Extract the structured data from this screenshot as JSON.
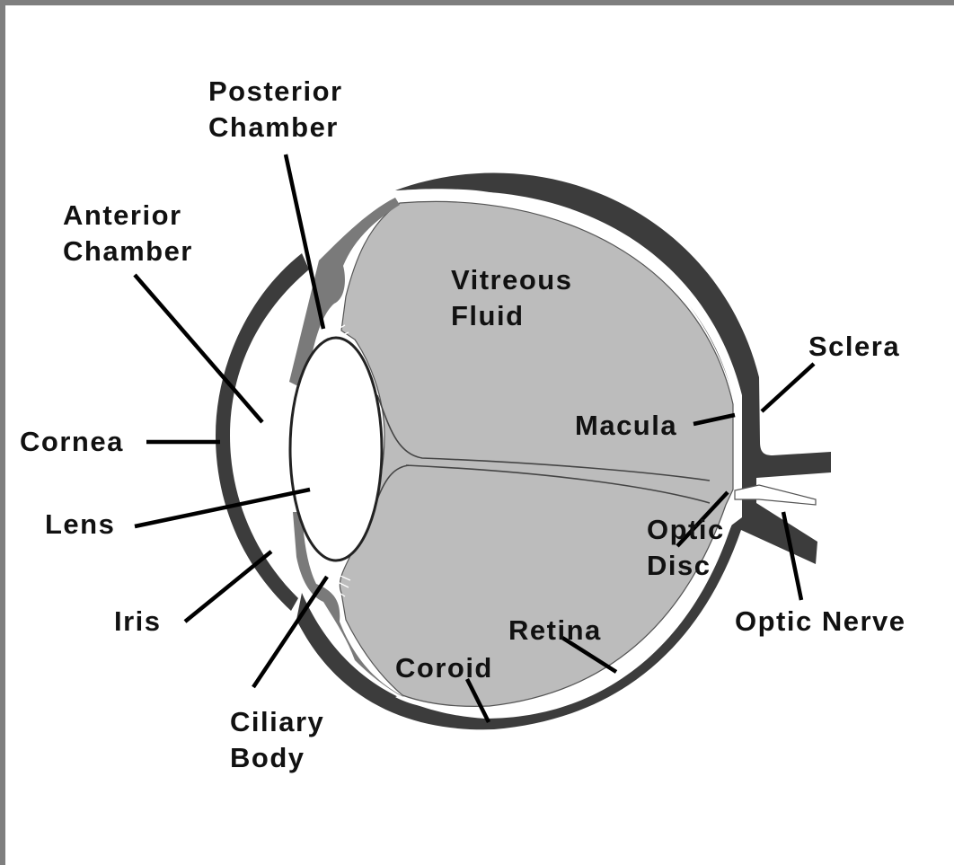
{
  "labels": {
    "posterior_chamber": [
      "Posterior",
      "Chamber"
    ],
    "anterior_chamber": [
      "Anterior",
      "Chamber"
    ],
    "vitreous_fluid": [
      "Vitreous",
      "Fluid"
    ],
    "sclera": "Sclera",
    "cornea": "Cornea",
    "macula": "Macula",
    "lens": "Lens",
    "optic_disc": [
      "Optic",
      "Disc"
    ],
    "iris": "Iris",
    "optic_nerve": "Optic Nerve",
    "retina": "Retina",
    "coroid": "Coroid",
    "ciliary_body": [
      "Ciliary",
      "Body"
    ]
  },
  "colors": {
    "frame": "#7f7f7f",
    "sclera": "#3c3c3c",
    "vitreous": "#bcbcbc",
    "ciliary": "#7a7a7a",
    "retina_gap": "#ffffff",
    "label_text": "#111111"
  }
}
